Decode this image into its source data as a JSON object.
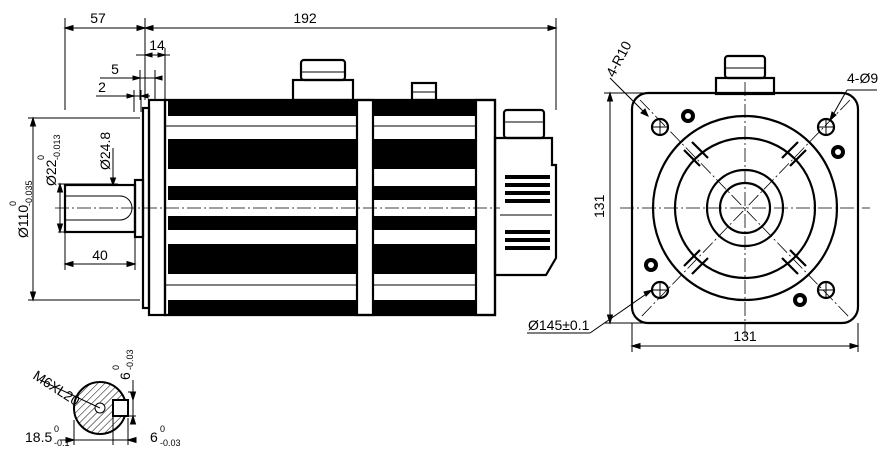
{
  "side_view": {
    "overall_length": "192",
    "flange_to_body": "57",
    "pilot_dim": "14",
    "flange_thickness": "5",
    "pilot_step": "2",
    "shaft_length": "40",
    "shaft_diameter": "Ø24.8",
    "flange_diameter_main": "Ø110",
    "flange_diameter_sup": "0",
    "flange_diameter_sub": "-0.035",
    "shaft_dia_main": "Ø22",
    "shaft_dia_sup": "0",
    "shaft_dia_sub": "-0.013"
  },
  "front_view": {
    "corner_radius": "4-R10",
    "hole_spec": "4-Ø9",
    "height": "131",
    "width": "131",
    "pcd": "Ø145±0.1"
  },
  "shaft_section": {
    "thread": "M6XL20",
    "key_width_main": "6",
    "key_width_sup": "0",
    "key_width_sub": "-0.03",
    "key_depth_main": "18.5",
    "key_depth_sup": "0",
    "key_depth_sub": "-0.1",
    "key_width2_main": "6",
    "key_width2_sup": "0",
    "key_width2_sub": "-0.03"
  }
}
